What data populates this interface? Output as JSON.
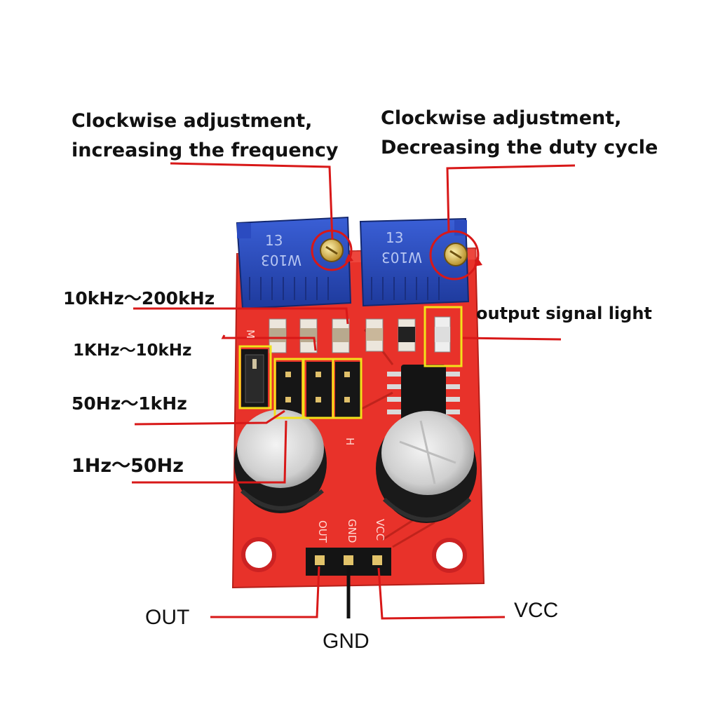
{
  "annotations": {
    "freq_adjust": [
      "Clockwise adjustment,",
      "increasing the frequency"
    ],
    "duty_adjust": [
      "Clockwise adjustment,",
      "Decreasing the duty cycle"
    ],
    "range_10k_200k": "10kHz～200kHz",
    "range_1k_10k": "1KHz～10kHz",
    "range_50_1k": "50Hz～1kHz",
    "range_1_50": "1Hz～50Hz",
    "output_light": "output signal light",
    "pin_out": "OUT",
    "pin_gnd": "GND",
    "pin_vcc": "VCC"
  },
  "board": {
    "pot_label_top": "13",
    "pot_label_code": "W103",
    "silk_out": "OUT",
    "silk_gnd": "GND",
    "silk_vcc": "VCC",
    "silk_h": "H",
    "silk_m": "M"
  },
  "colors": {
    "pcb": "#e8322a",
    "pot": "#2547b8",
    "leader": "#d81818",
    "highlight": "#f2e21a",
    "cap": "#1a1a1a"
  }
}
